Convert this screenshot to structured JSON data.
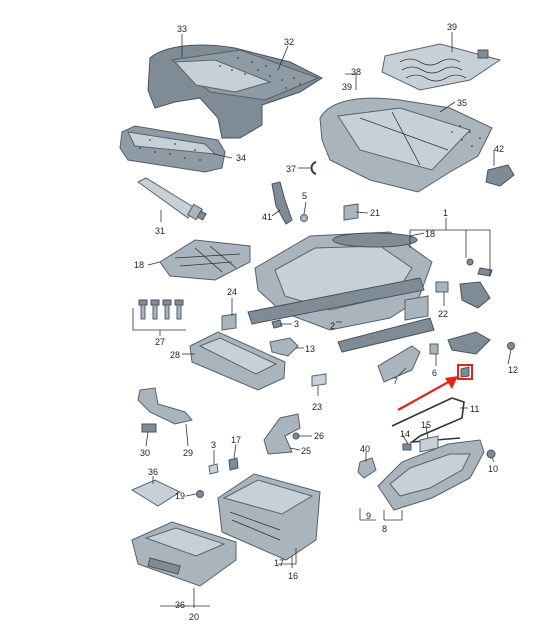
{
  "callouts": {
    "c33": "33",
    "c32": "32",
    "c39a": "39",
    "c38": "38",
    "c39b": "39",
    "c35": "35",
    "c34": "34",
    "c42": "42",
    "c37": "37",
    "c31": "31",
    "c41": "41",
    "c5": "5",
    "c21": "21",
    "c1": "1",
    "c18a": "18",
    "c18b": "18",
    "c24": "24",
    "c22": "22",
    "c3a": "3",
    "c2": "2",
    "c27": "27",
    "c28": "28",
    "c13": "13",
    "c6": "6",
    "c7": "7",
    "c12": "12",
    "c23": "23",
    "c11": "11",
    "c14": "14",
    "c15": "15",
    "c30": "30",
    "c29": "29",
    "c3b": "3",
    "c17a": "17",
    "c26": "26",
    "c25": "25",
    "c40": "40",
    "c10": "10",
    "c36a": "36",
    "c19": "19",
    "c9": "9",
    "c8": "8",
    "c17b": "17",
    "c16": "16",
    "c36b": "36",
    "c20": "20"
  },
  "colors": {
    "highlight": "#e3241b",
    "part_fill": "#a9b4bd",
    "line": "#333333"
  }
}
